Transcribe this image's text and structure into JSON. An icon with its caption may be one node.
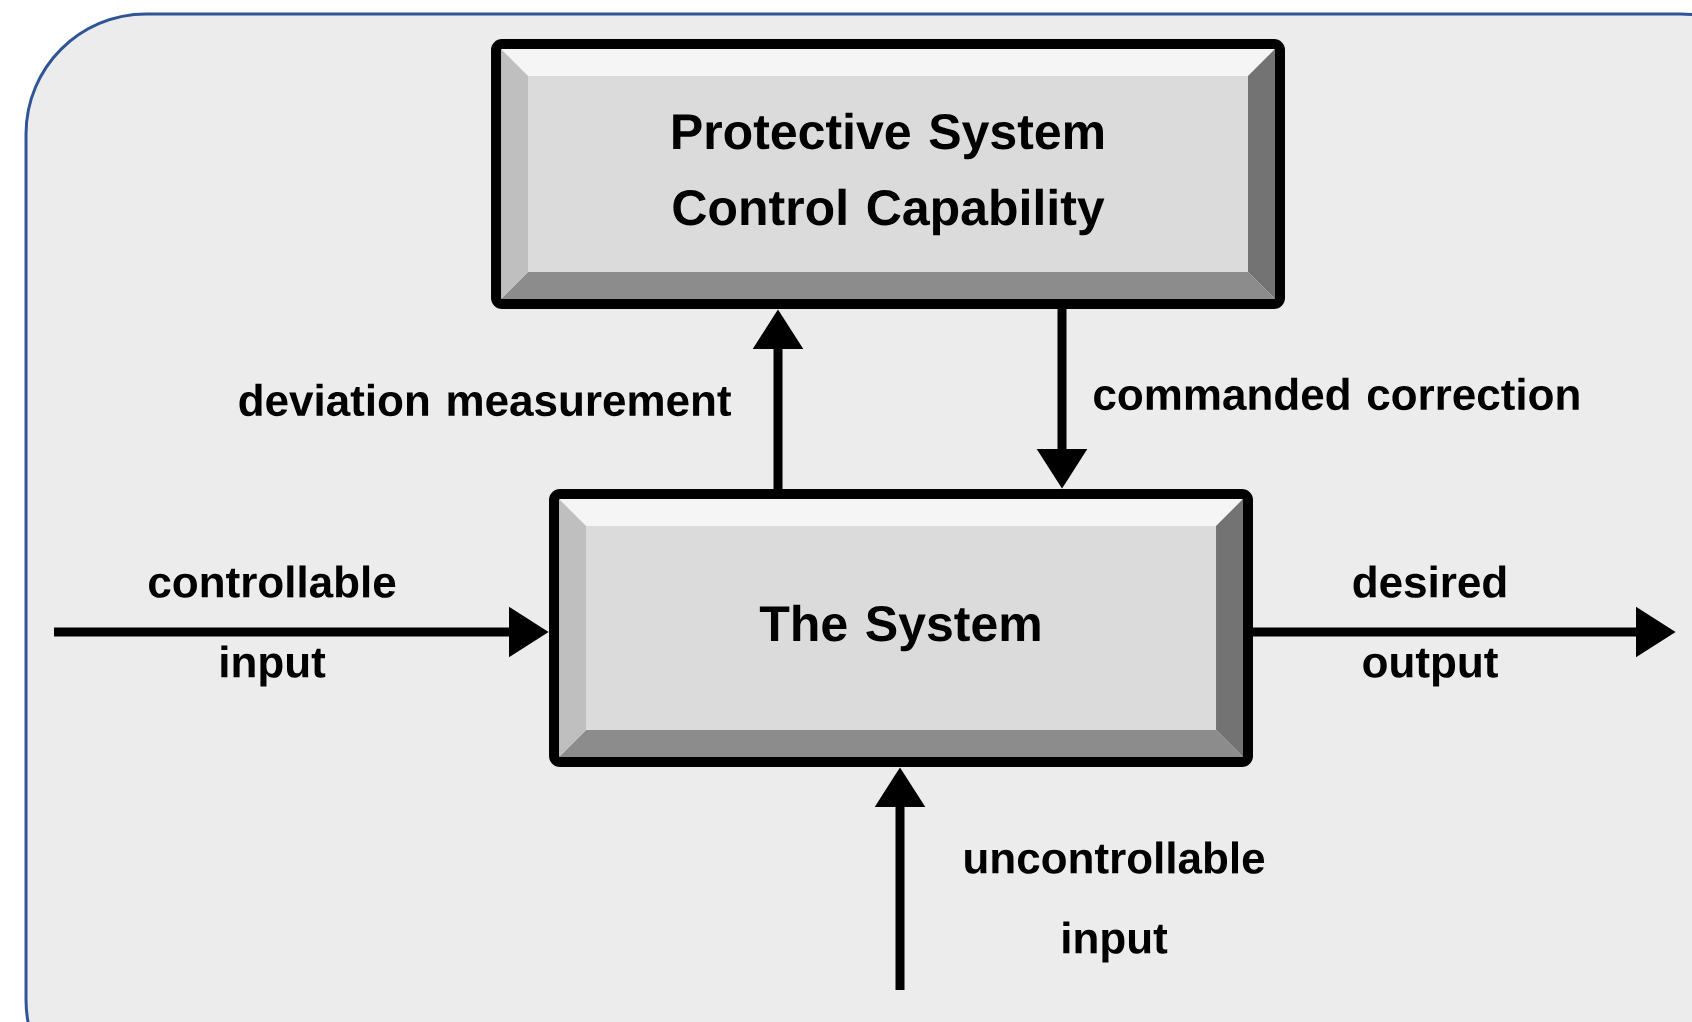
{
  "diagram": {
    "nodes": [
      {
        "text": [
          "Protective System Control Capability"
        ]
      },
      {
        "text": [
          "The System"
        ]
      }
    ],
    "edges": [
      {
        "from": 1,
        "to": 0,
        "arrow": "to",
        "label": "deviation measurement"
      },
      {
        "from": 0,
        "to": 1,
        "arrow": "to",
        "label": "commanded correction"
      },
      {
        "from": null,
        "to": 1,
        "arrow": "to",
        "label": "controllable input"
      },
      {
        "from": 1,
        "to": null,
        "arrow": "to",
        "label": "desired output"
      },
      {
        "from": null,
        "to": 1,
        "arrow": "to",
        "label": "uncontrollable input"
      }
    ]
  }
}
